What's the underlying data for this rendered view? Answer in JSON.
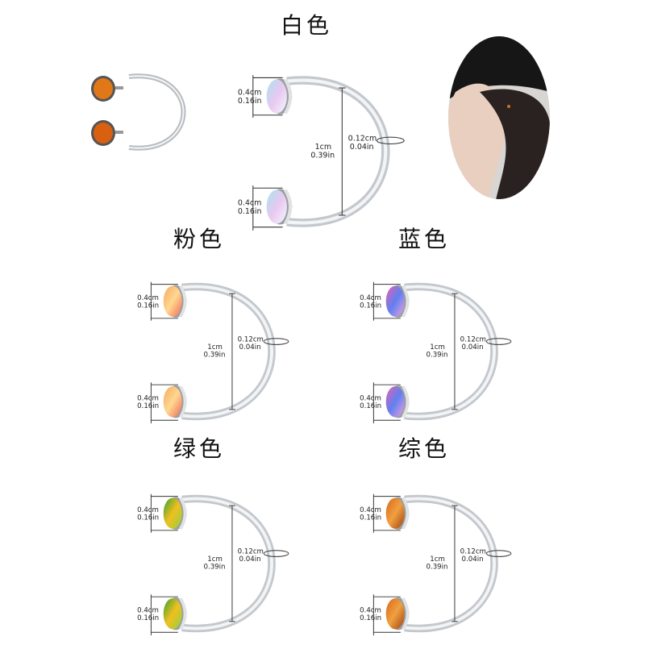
{
  "labels": {
    "white": "白色",
    "pink": "粉色",
    "blue": "蓝色",
    "green": "绿色",
    "brown": "综色"
  },
  "dimensions": {
    "gem_cm": "0.4cm",
    "gem_in": "0.16in",
    "length_cm": "1cm",
    "length_in": "0.39in",
    "gauge_cm": "0.12cm",
    "gauge_in": "0.04in"
  },
  "rings": [
    {
      "variant": "white",
      "colors": [
        "#a8e4f0",
        "#e8c8f0",
        "#f4f8ff"
      ]
    },
    {
      "variant": "pink",
      "colors": [
        "#f4a860",
        "#ffd890",
        "#f06858"
      ]
    },
    {
      "variant": "blue",
      "colors": [
        "#e860b0",
        "#6080f0",
        "#f0a0e0"
      ]
    },
    {
      "variant": "green",
      "colors": [
        "#30a030",
        "#f0c020",
        "#90d040"
      ]
    },
    {
      "variant": "brown",
      "colors": [
        "#d86818",
        "#f0a040",
        "#a04010"
      ]
    }
  ],
  "accent_colors": {
    "steel": "#c4c8cc",
    "steel_light": "#f2f4f6"
  }
}
